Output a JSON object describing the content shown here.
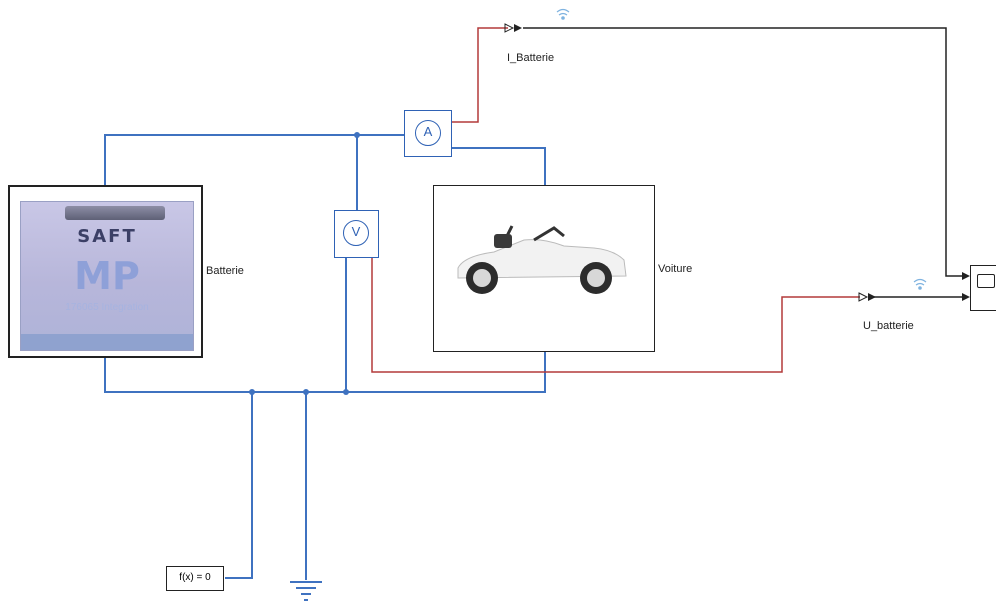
{
  "labels": {
    "i_batterie": "I_Batterie",
    "batterie": "Batterie",
    "voiture": "Voiture",
    "u_batterie": "U_batterie",
    "fx_block": "f(x) = 0"
  },
  "meters": {
    "ammeter": "A",
    "voltmeter": "V"
  },
  "battery_image": {
    "brand": "SAFT",
    "model": "MP",
    "subtitle": "176065 Integration"
  },
  "colors": {
    "physical_wire": "#3f72c0",
    "signal_wire": "#b33a3a",
    "block_border": "#2f62b5",
    "wireless_icon": "#7fb3e0"
  },
  "icons": [
    "wireless-icon",
    "arrow-icon",
    "ground-icon",
    "scope-icon",
    "car-image",
    "battery-image"
  ]
}
